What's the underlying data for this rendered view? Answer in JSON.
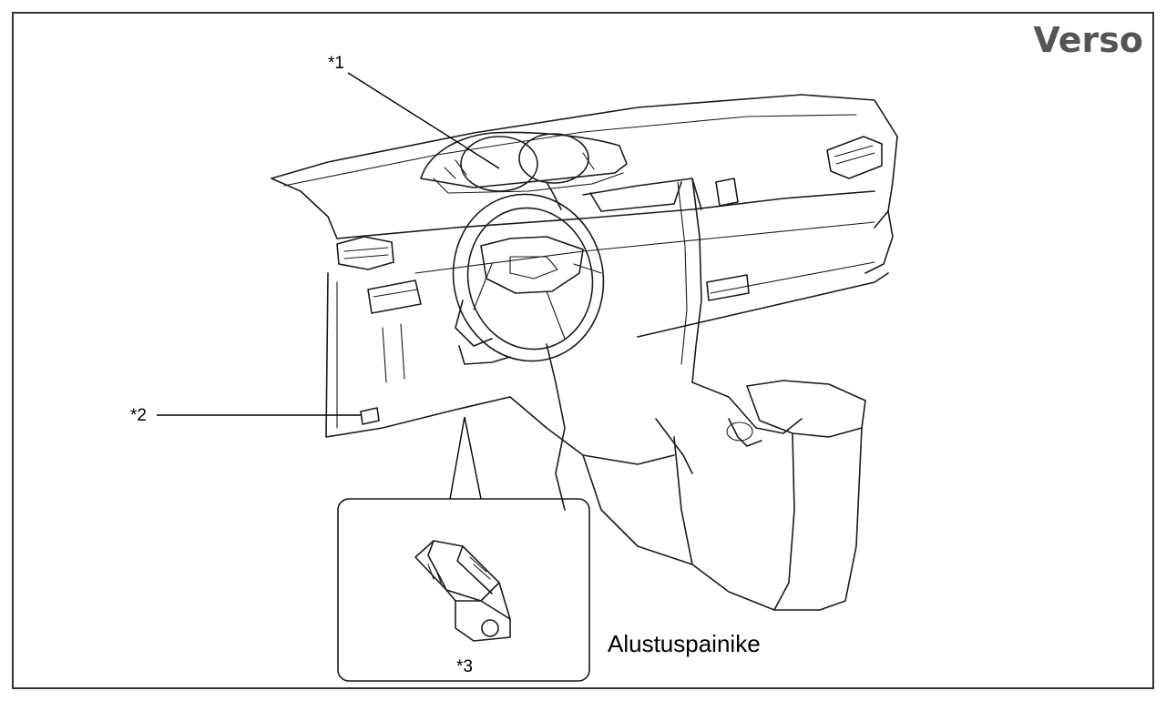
{
  "brand": "Verso",
  "callouts": {
    "c1": "*1",
    "c2": "*2",
    "c3": "*3"
  },
  "caption": "Alustuspainike",
  "colors": {
    "frame": "#333333",
    "brand": "#555555",
    "line": "#1a1a1a"
  }
}
